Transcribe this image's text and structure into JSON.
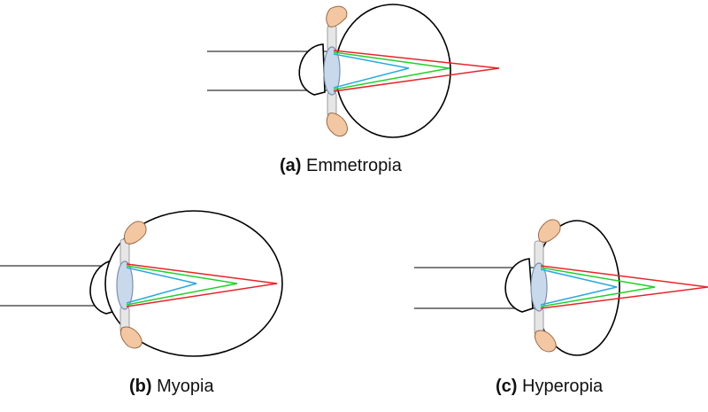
{
  "diagram": {
    "panels": [
      {
        "id": "a",
        "tag": "(a)",
        "name": "Emmetropia"
      },
      {
        "id": "b",
        "tag": "(b)",
        "name": "Myopia"
      },
      {
        "id": "c",
        "tag": "(c)",
        "name": "Hyperopia"
      }
    ],
    "ray_colors": {
      "red": "#e8242a",
      "green": "#1fd12a",
      "blue": "#2aa9e0"
    },
    "tissue_colors": {
      "lens": "#c9d9ec",
      "ciliary_muscle": "#f2c7a2"
    }
  }
}
